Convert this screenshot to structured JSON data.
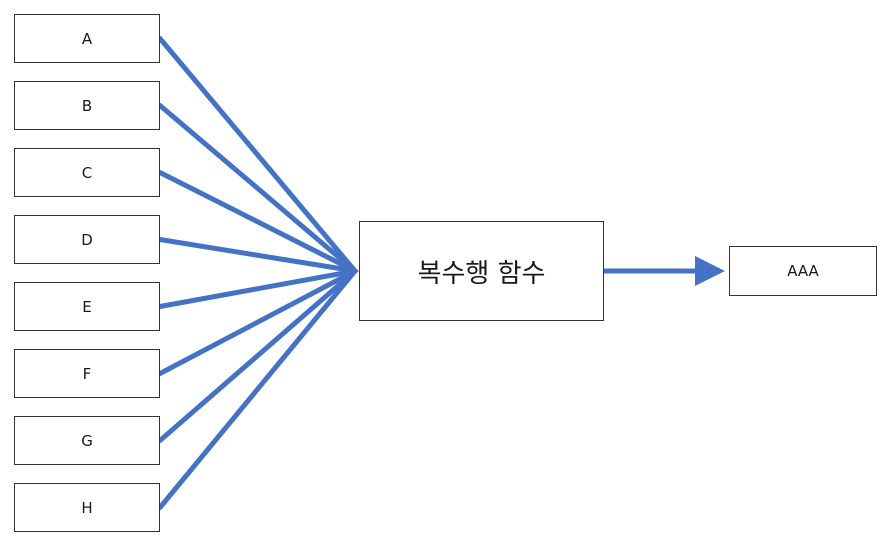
{
  "diagram": {
    "inputs": [
      "A",
      "B",
      "C",
      "D",
      "E",
      "F",
      "G",
      "H"
    ],
    "function_label": "복수행 함수",
    "output_label": "AAA",
    "arrow_color": "#4472C4"
  }
}
